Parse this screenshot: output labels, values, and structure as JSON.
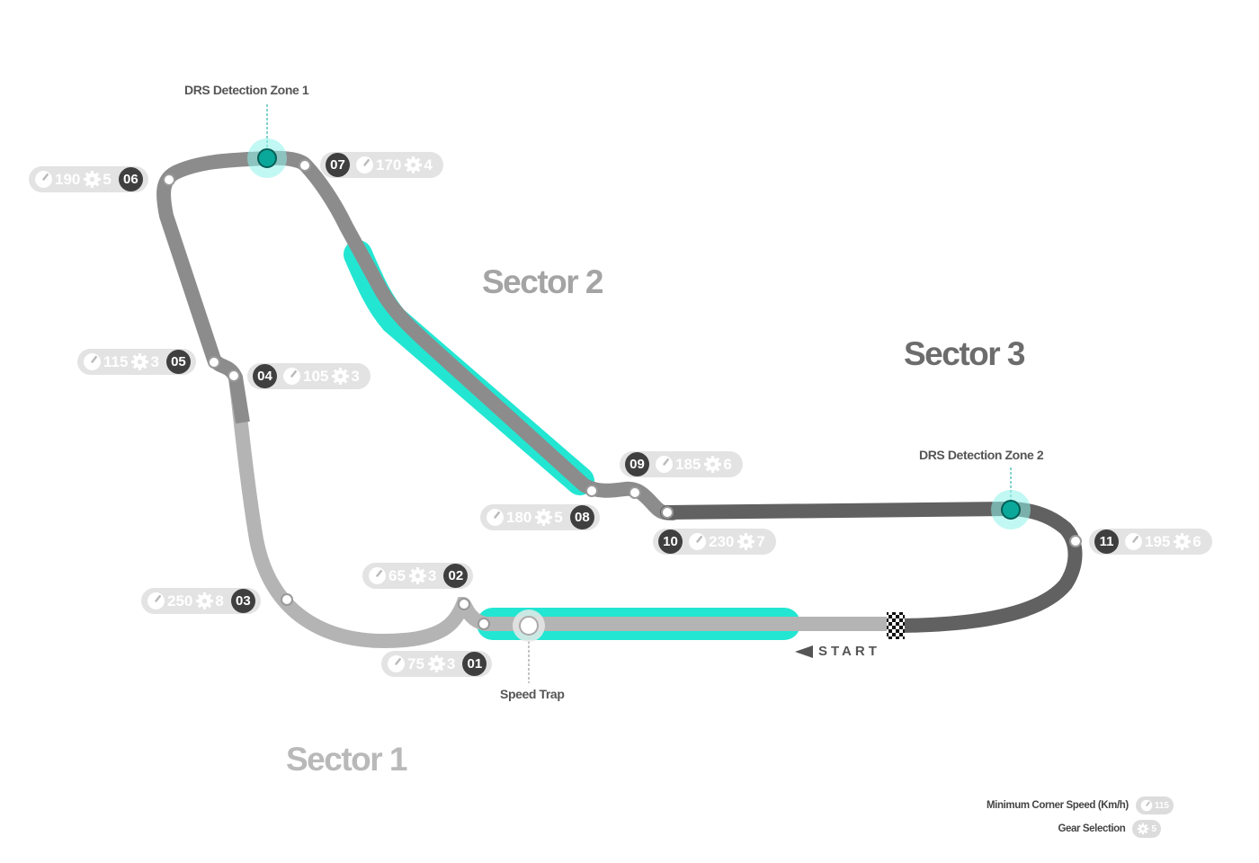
{
  "sectors": {
    "s1": "Sector 1",
    "s2": "Sector 2",
    "s3": "Sector 3"
  },
  "labels": {
    "drs1": "DRS Detection Zone 1",
    "drs2": "DRS Detection Zone 2",
    "speed_trap": "Speed Trap",
    "start": "START"
  },
  "corners": [
    {
      "num": "01",
      "speed": "75",
      "gear": "3"
    },
    {
      "num": "02",
      "speed": "65",
      "gear": "3"
    },
    {
      "num": "03",
      "speed": "250",
      "gear": "8"
    },
    {
      "num": "04",
      "speed": "105",
      "gear": "3"
    },
    {
      "num": "05",
      "speed": "115",
      "gear": "3"
    },
    {
      "num": "06",
      "speed": "190",
      "gear": "5"
    },
    {
      "num": "07",
      "speed": "170",
      "gear": "4"
    },
    {
      "num": "08",
      "speed": "180",
      "gear": "5"
    },
    {
      "num": "09",
      "speed": "185",
      "gear": "6"
    },
    {
      "num": "10",
      "speed": "230",
      "gear": "7"
    },
    {
      "num": "11",
      "speed": "195",
      "gear": "6"
    }
  ],
  "legend": {
    "speed_label": "Minimum Corner Speed (Km/h)",
    "speed_example": "115",
    "gear_label": "Gear Selection",
    "gear_example": "5"
  },
  "colors": {
    "drs_zone": "#22e6d2",
    "drs_marker": "#0aa89a",
    "sector1_track": "#b4b4b4",
    "sector2_track": "#8c8c8c",
    "sector3_track": "#616161",
    "badge": "#3f3f3f",
    "pill": "#e3e3e3"
  }
}
